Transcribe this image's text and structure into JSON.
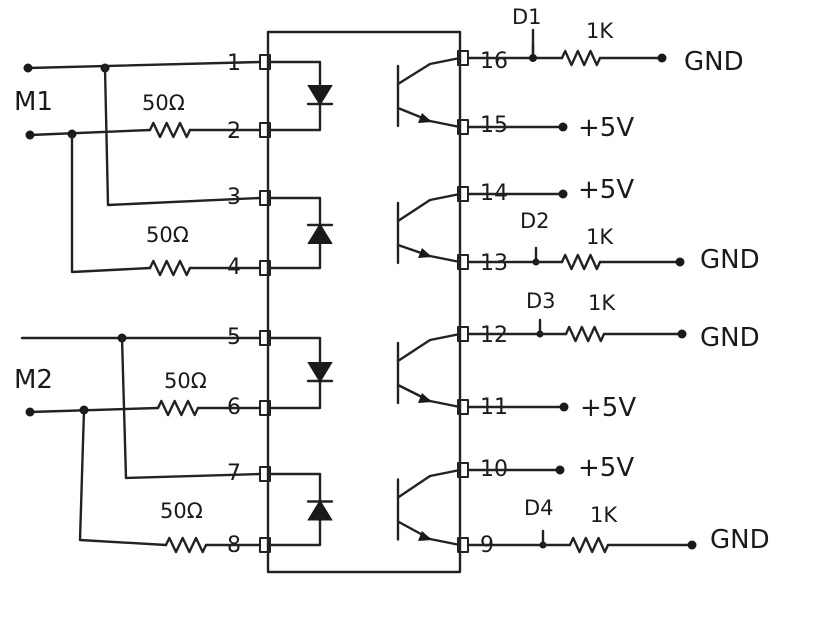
{
  "motors": [
    {
      "label": "M1"
    },
    {
      "label": "M2"
    }
  ],
  "pins_left": [
    "1",
    "2",
    "3",
    "4",
    "5",
    "6",
    "7",
    "8"
  ],
  "pins_right": [
    "16",
    "15",
    "14",
    "13",
    "12",
    "11",
    "10",
    "9"
  ],
  "input_resistors": [
    "50Ω",
    "50Ω",
    "50Ω",
    "50Ω"
  ],
  "outputs": [
    {
      "pin": "16",
      "diode": "D1",
      "resistor": "1K",
      "net": "GND"
    },
    {
      "pin": "15",
      "net": "+5V"
    },
    {
      "pin": "14",
      "net": "+5V"
    },
    {
      "pin": "13",
      "diode": "D2",
      "resistor": "1K",
      "net": "GND"
    },
    {
      "pin": "12",
      "diode": "D3",
      "resistor": "1K",
      "net": "GND"
    },
    {
      "pin": "11",
      "net": "+5V"
    },
    {
      "pin": "10",
      "net": "+5V"
    },
    {
      "pin": "9",
      "diode": "D4",
      "resistor": "1K",
      "net": "GND"
    }
  ]
}
